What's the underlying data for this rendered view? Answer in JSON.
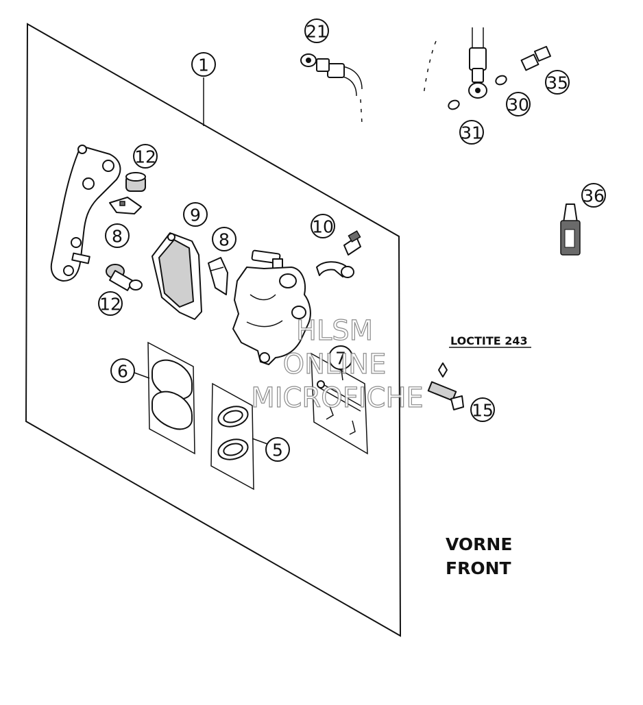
{
  "callouts": [
    {
      "id": "c1",
      "label": "1"
    },
    {
      "id": "c21",
      "label": "21"
    },
    {
      "id": "c35",
      "label": "35"
    },
    {
      "id": "c30",
      "label": "30"
    },
    {
      "id": "c31",
      "label": "31"
    },
    {
      "id": "c36",
      "label": "36"
    },
    {
      "id": "c12a",
      "label": "12"
    },
    {
      "id": "c8a",
      "label": "8"
    },
    {
      "id": "c12b",
      "label": "12"
    },
    {
      "id": "c9",
      "label": "9"
    },
    {
      "id": "c8b",
      "label": "8"
    },
    {
      "id": "c10",
      "label": "10"
    },
    {
      "id": "c7",
      "label": "7"
    },
    {
      "id": "c6",
      "label": "6"
    },
    {
      "id": "c5",
      "label": "5"
    },
    {
      "id": "c15",
      "label": "15"
    }
  ],
  "labels": {
    "loctite": "LOCTITE 243",
    "vorne": "VORNE",
    "front": "FRONT"
  },
  "watermark": {
    "line1": "HLSM",
    "line2": "ONLINE",
    "line3": "MICROFICHE"
  }
}
